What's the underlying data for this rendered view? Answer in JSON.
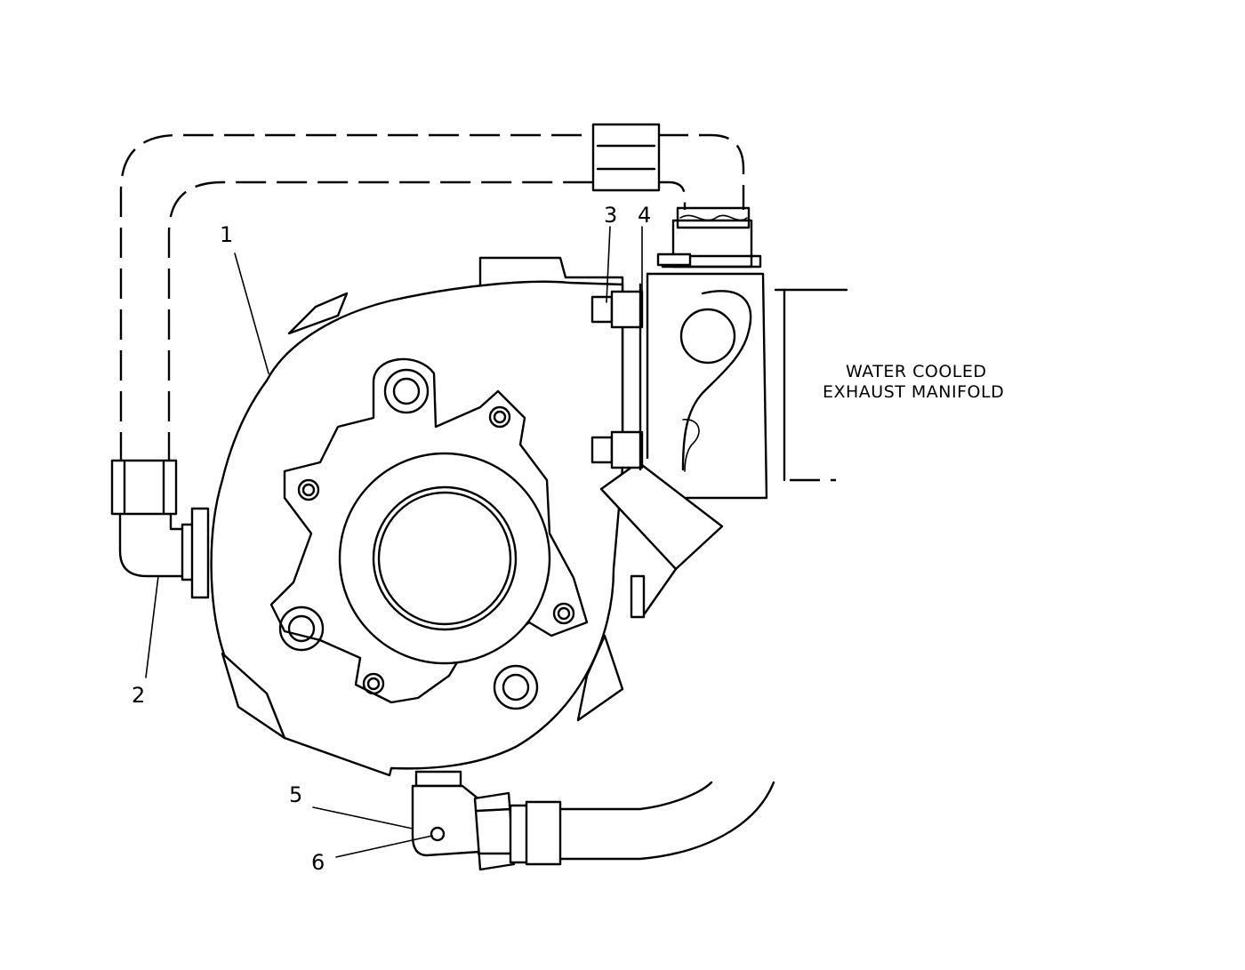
{
  "manifold_label": {
    "line1": "WATER COOLED",
    "line2": "EXHAUST MANIFOLD"
  },
  "callouts": [
    "1",
    "2",
    "3",
    "4",
    "5",
    "6"
  ],
  "colors": {
    "ink": "#000000",
    "paper": "#ffffff"
  }
}
